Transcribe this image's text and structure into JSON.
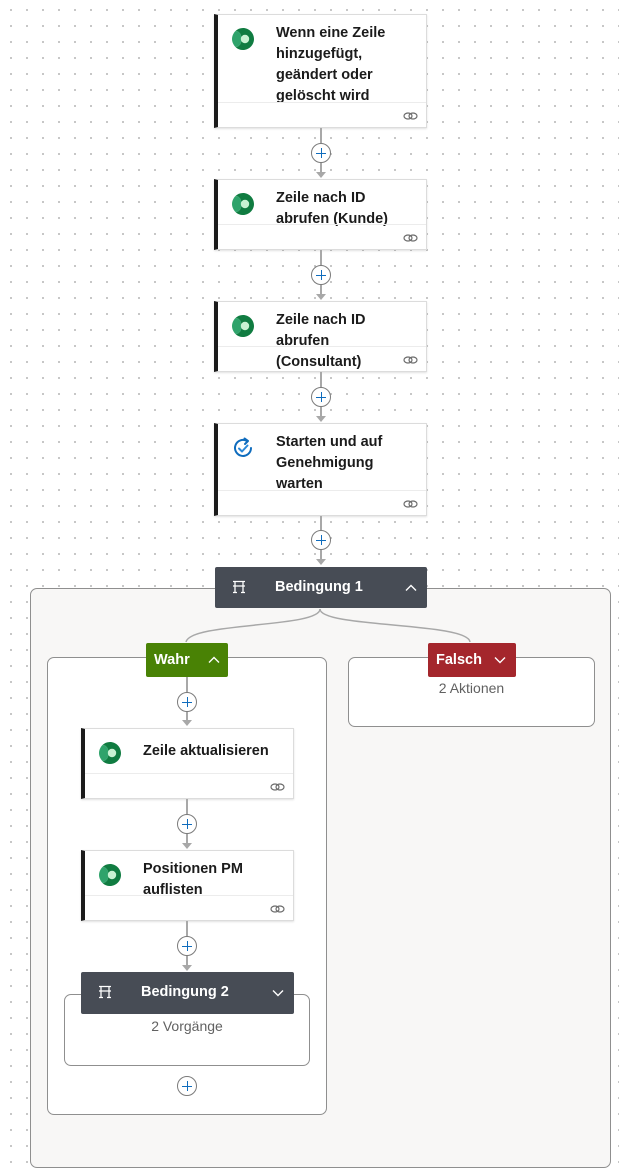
{
  "flow": {
    "trigger": {
      "title": "Wenn eine Zeile hinzugefügt, geändert oder gelöscht wird",
      "icon": "dataverse-icon"
    },
    "step_get_customer": {
      "title": "Zeile nach ID abrufen (Kunde)",
      "icon": "dataverse-icon"
    },
    "step_get_consultant": {
      "title": "Zeile nach ID abrufen (Consultant)",
      "icon": "dataverse-icon"
    },
    "step_approval": {
      "title": "Starten und auf Genehmigung warten",
      "icon": "approval-icon"
    },
    "condition1": {
      "title": "Bedingung 1",
      "true_branch": {
        "label": "Wahr",
        "color": "#498205",
        "steps": [
          {
            "title": "Zeile aktualisieren",
            "icon": "dataverse-icon"
          },
          {
            "title": "Positionen PM auflisten",
            "icon": "dataverse-icon"
          }
        ],
        "condition2": {
          "title": "Bedingung 2",
          "summary": "2 Vorgänge"
        }
      },
      "false_branch": {
        "label": "Falsch",
        "color": "#a4262c",
        "summary": "2 Aktionen"
      }
    }
  },
  "colors": {
    "canvas": "#ffffff",
    "card_accent": "#1b1b1b",
    "condition_header": "#474c55",
    "plus_icon": "#0f6cbd"
  }
}
